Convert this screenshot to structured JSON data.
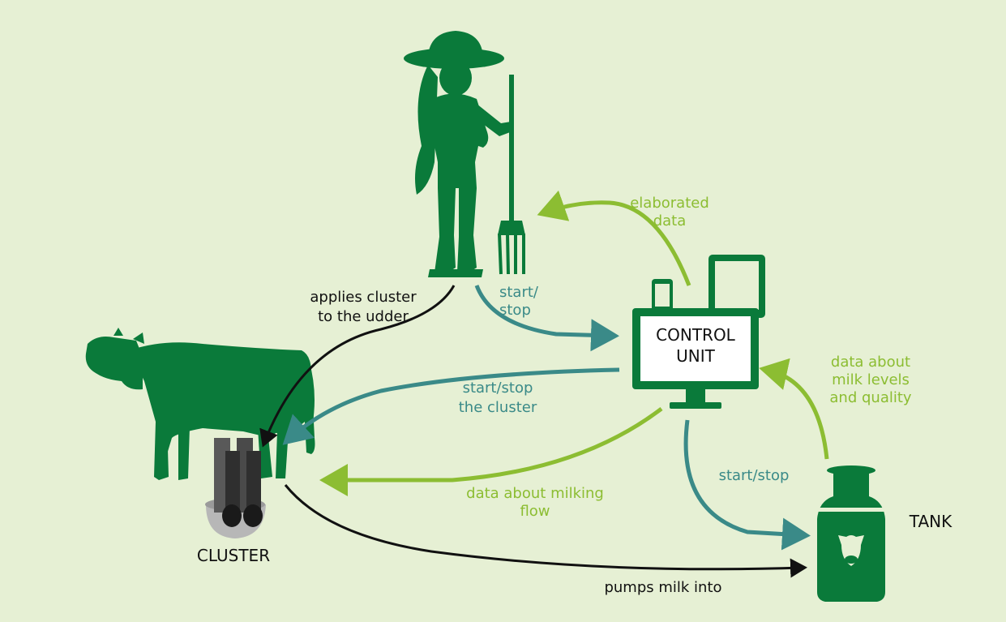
{
  "labels": {
    "cluster": "CLUSTER",
    "tank": "TANK",
    "control_unit_line1": "CONTROL",
    "control_unit_line2": "UNIT",
    "applies_line1": "applies cluster",
    "applies_line2": "to the udder",
    "startstop_farmer_line1": "start/",
    "startstop_farmer_line2": "stop",
    "elaborated_line1": "elaborated",
    "elaborated_line2": "data",
    "startstop_cluster_line1": "start/stop",
    "startstop_cluster_line2": "the cluster",
    "tank_data_line1": "data about",
    "tank_data_line2": "milk levels",
    "tank_data_line3": "and quality",
    "startstop_tank": "start/stop",
    "milking_flow_line1": "data about milking",
    "milking_flow_line2": "flow",
    "pumps": "pumps milk into"
  },
  "colors": {
    "background": "#e6f0d4",
    "dark_green": "#0a7a3a",
    "lime_green": "#8cbd32",
    "teal": "#3a8a88",
    "black": "#111111"
  }
}
